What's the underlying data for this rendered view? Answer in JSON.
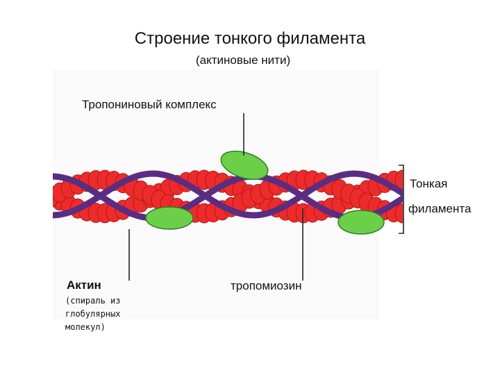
{
  "title": "Строение тонкого филамента",
  "subtitle": "(актиновые нити)",
  "labels": {
    "troponin_complex": "Тропониновый комплекс",
    "thin_filament_line1": "Тонкая",
    "thin_filament_line2": "филамента",
    "actin": "Актин",
    "actin_note_line1": "(спираль из",
    "actin_note_line2": "глобулярных",
    "actin_note_line3": "молекул)",
    "tropomyosin": "тропомиозин"
  },
  "colors": {
    "actin": "#ee2b2b",
    "actin_outline": "#b01818",
    "tropomyosin": "#5a2d82",
    "troponin": "#6ccf4a",
    "troponin_outline": "#2f7d22",
    "leader_line": "#222222"
  }
}
